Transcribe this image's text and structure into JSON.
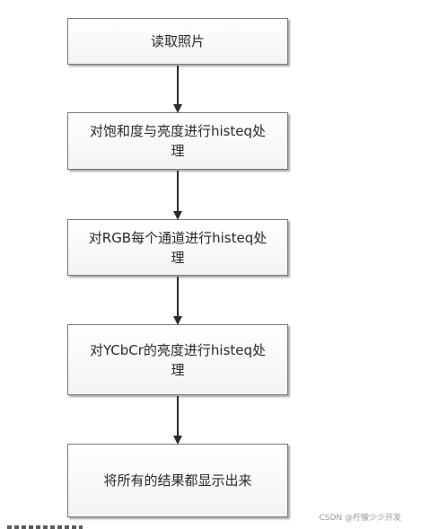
{
  "flowchart": {
    "nodes": [
      {
        "lines": [
          "读取照片"
        ]
      },
      {
        "lines": [
          "对饱和度与亮度进行histeq处",
          "理"
        ]
      },
      {
        "lines": [
          "对RGB每个通道进行histeq处",
          "理"
        ]
      },
      {
        "lines": [
          "对YCbCr的亮度进行histeq处",
          "理"
        ]
      },
      {
        "lines": [
          "将所有的结果都显示出来"
        ]
      }
    ],
    "edges": [
      {
        "from": 0,
        "to": 1
      },
      {
        "from": 1,
        "to": 2
      },
      {
        "from": 2,
        "to": 3
      },
      {
        "from": 3,
        "to": 4
      }
    ]
  },
  "watermark": "CSDN @柠檬少少开发",
  "colors": {
    "border": "#7a7a7a",
    "arrow": "#2b2b2b",
    "text": "#2a2a2a"
  }
}
